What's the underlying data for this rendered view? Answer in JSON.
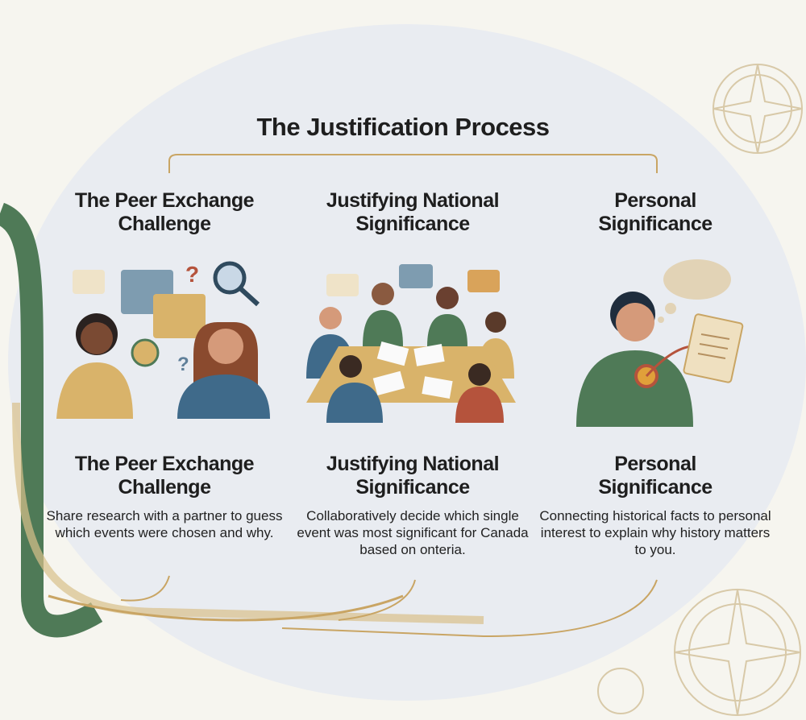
{
  "title": "The Justification Process",
  "columns": [
    {
      "heading": "The Peer Exchange Challenge",
      "heading_lines": [
        "The Peer Exchange",
        "Challenge"
      ],
      "description": "Share research with a partner to guess which events were chosen and why.",
      "illustration": "two-people-exchanging-ideas"
    },
    {
      "heading": "Justifying National Significance",
      "heading_lines": [
        "Justifying National",
        "Significance"
      ],
      "description": "Collaboratively decide which single event was most significant for Canada based on onteria.",
      "illustration": "group-discussion-at-table"
    },
    {
      "heading": "Personal Significance",
      "heading_lines": [
        "Personal",
        "Significance"
      ],
      "description": "Connecting historical facts to personal interest to explain why history matters to you.",
      "illustration": "person-with-document-and-heart"
    }
  ],
  "colors": {
    "ellipse": "#e9ecf1",
    "gold": "#c9a564",
    "green": "#4f7a57",
    "text": "#1e1e1e"
  }
}
